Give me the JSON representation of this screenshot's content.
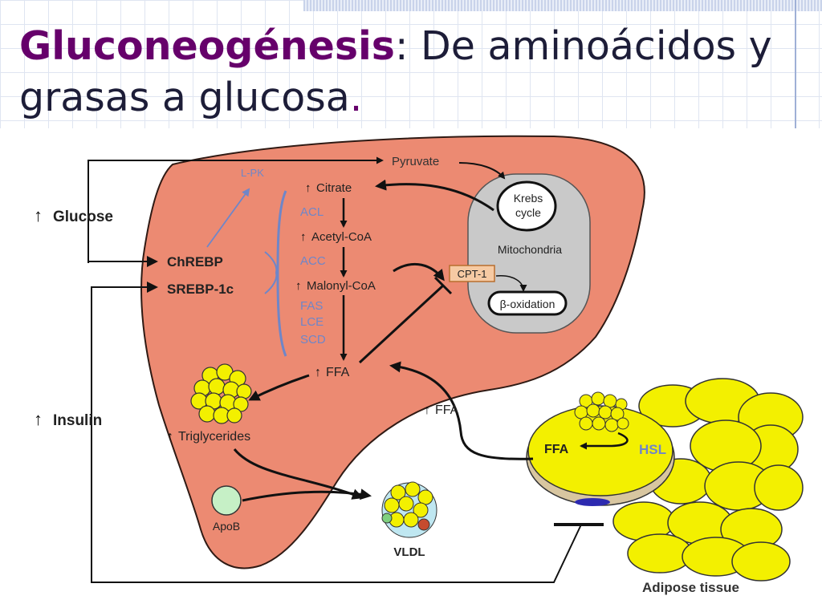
{
  "slide": {
    "title_keyword": "Gluconeogénesis",
    "title_rest": ": De aminoácidos y grasas a glucosa",
    "title_period": "."
  },
  "diagram": {
    "inputs": {
      "glucose": "Glucose",
      "insulin": "Insulin"
    },
    "regulators": {
      "chrebp": "ChREBP",
      "srebp": "SREBP-1c",
      "lpk": "L-PK"
    },
    "pathway": {
      "pyruvate": "Pyruvate",
      "citrate": "Citrate",
      "acl": "ACL",
      "acetyl_coa": "Acetyl-CoA",
      "acc": "ACC",
      "malonyl_coa": "Malonyl-CoA",
      "fas": "FAS",
      "lce": "LCE",
      "scd": "SCD",
      "ffa_liver": "FFA",
      "triglycerides": "Triglycerides",
      "apob": "ApoB",
      "vldl": "VLDL"
    },
    "mitochondria": {
      "krebs_line1": "Krebs",
      "krebs_line2": "cycle",
      "label": "Mitochondria",
      "cpt1": "CPT-1",
      "beta_ox": "β-oxidation"
    },
    "adipose": {
      "ffa_plasma": "FFA",
      "ffa_cell": "FFA",
      "hsl": "HSL",
      "tissue_label": "Adipose tissue"
    },
    "up_arrow": "↑",
    "colors": {
      "liver_fill": "#ec8a72",
      "liver_stroke": "#2f1a14",
      "enzyme_blue": "#6f86c8",
      "fat_yellow": "#f3f000",
      "mito_gray": "#c9c9c9",
      "title_purple": "#66006b"
    }
  }
}
